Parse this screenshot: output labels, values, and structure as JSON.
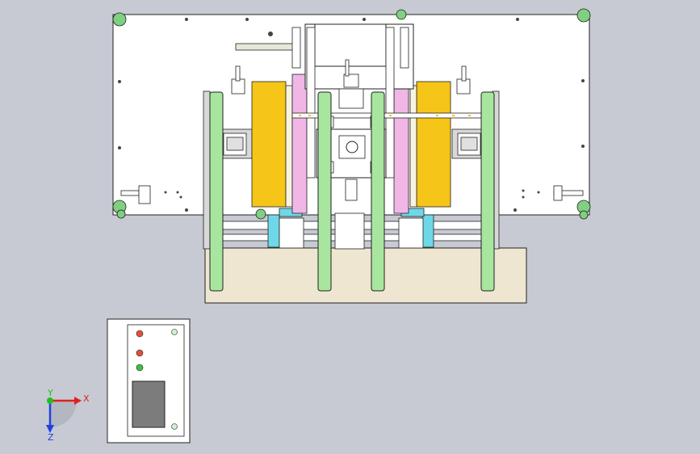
{
  "viewport": {
    "background_color": "#c7cad3"
  },
  "triad": {
    "x_label": "X",
    "y_label": "Y",
    "z_label": "Z",
    "x_color": "#e02020",
    "y_color": "#20c020",
    "z_color": "#2040e0"
  },
  "control_box": {
    "indicator_colors": [
      "#e05040",
      "#e05040",
      "#40c040"
    ]
  },
  "colors": {
    "rail_green": "#a8e6a0",
    "pad_yellow": "#f5c518",
    "pink": "#f0b6e6",
    "cyan": "#6ed8e8",
    "base_tan": "#efe6d2",
    "line": "#222222"
  }
}
